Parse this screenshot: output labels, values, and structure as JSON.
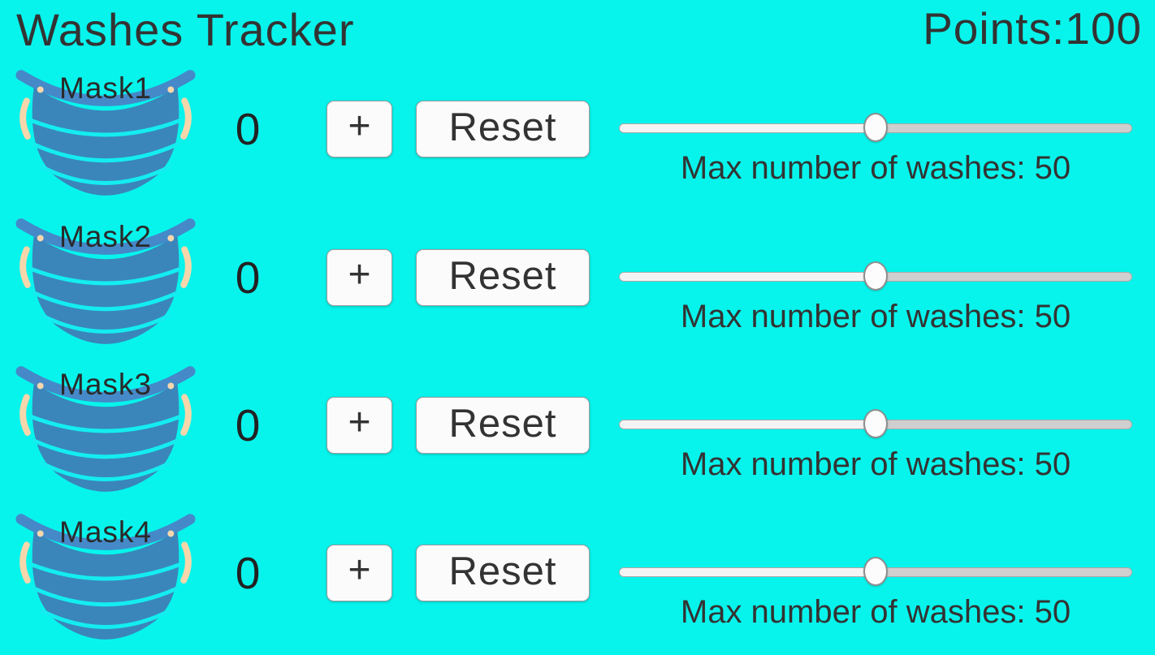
{
  "header": {
    "title": "Washes Tracker",
    "points_label": "Points:",
    "points_value": "100"
  },
  "colors": {
    "background": "#07F4EC",
    "mask_body": "#3A86BA",
    "mask_band": "#4589C9",
    "ear_loop": "#F6D7AC",
    "pleat_line": "#14EDEF",
    "button_bg": "#FBFBFB",
    "slider_track": "#CFCFCF",
    "slider_fill": "#F4F4F4",
    "text": "#333333"
  },
  "masks": [
    {
      "name": "Mask1",
      "count": "0",
      "plus_label": "+",
      "reset_label": "Reset",
      "max_label": "Max number of washes: 50",
      "slider_percent": 50
    },
    {
      "name": "Mask2",
      "count": "0",
      "plus_label": "+",
      "reset_label": "Reset",
      "max_label": "Max number of washes: 50",
      "slider_percent": 50
    },
    {
      "name": "Mask3",
      "count": "0",
      "plus_label": "+",
      "reset_label": "Reset",
      "max_label": "Max number of washes: 50",
      "slider_percent": 50
    },
    {
      "name": "Mask4",
      "count": "0",
      "plus_label": "+",
      "reset_label": "Reset",
      "max_label": "Max number of washes: 50",
      "slider_percent": 50
    }
  ]
}
